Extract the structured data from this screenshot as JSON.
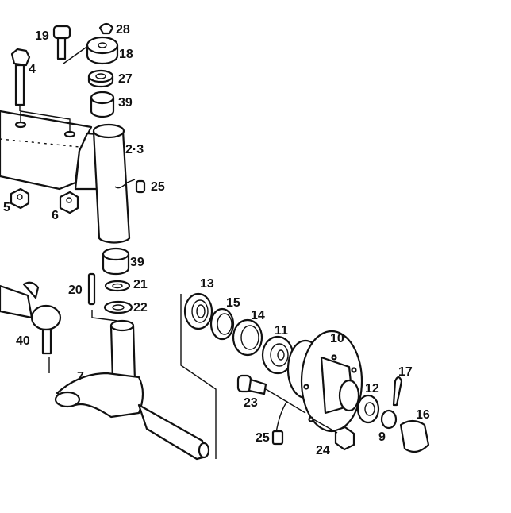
{
  "diagram": {
    "title": "Front axle / wheel hub exploded view",
    "labels": {
      "p19": "19",
      "p28": "28",
      "p18": "18",
      "p4": "4",
      "p27": "27",
      "p39a": "39",
      "p23a": "2·3",
      "p25a": "25",
      "p5": "5",
      "p6": "6",
      "p39b": "39",
      "p20": "20",
      "p21": "21",
      "p22": "22",
      "p40": "40",
      "p7": "7",
      "p13": "13",
      "p15": "15",
      "p14": "14",
      "p11": "11",
      "p10": "10",
      "p17": "17",
      "p12": "12",
      "p23": "23",
      "p16": "16",
      "p9": "9",
      "p25b": "25",
      "p24": "24"
    }
  }
}
